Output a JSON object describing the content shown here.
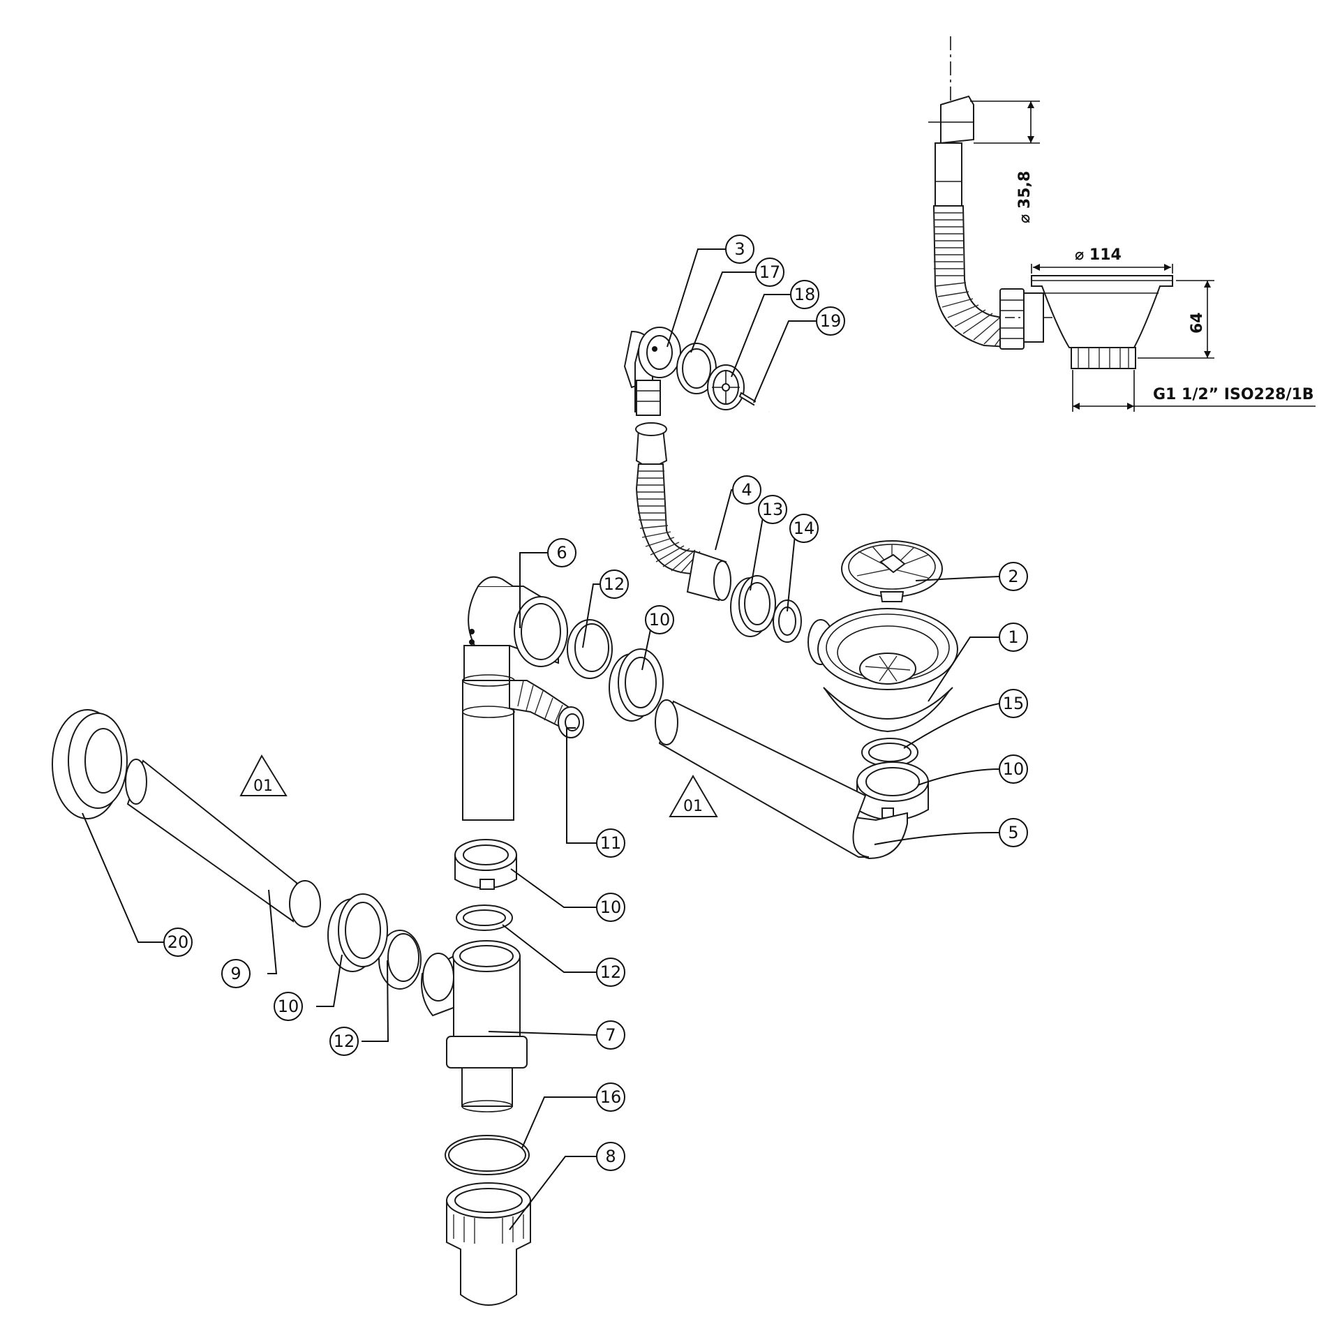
{
  "callouts": {
    "c1": "1",
    "c2": "2",
    "c3": "3",
    "c4": "4",
    "c5": "5",
    "c6": "6",
    "c7": "7",
    "c8": "8",
    "c9": "9",
    "c10a": "10",
    "c10b": "10",
    "c10c": "10",
    "c10d": "10",
    "c11": "11",
    "c12a": "12",
    "c12b": "12",
    "c12c": "12",
    "c13": "13",
    "c14": "14",
    "c15": "15",
    "c16": "16",
    "c17": "17",
    "c18": "18",
    "c19": "19",
    "c20": "20"
  },
  "revision_marks": {
    "left": "01",
    "center": "01"
  },
  "dimensions": {
    "overflow_diameter": "⌀ 35,8",
    "basket_diameter": "⌀ 114",
    "height": "64",
    "thread": "G1 1/2” ISO228/1B"
  },
  "colors": {
    "line": "#1a1a1a",
    "background": "#ffffff"
  }
}
